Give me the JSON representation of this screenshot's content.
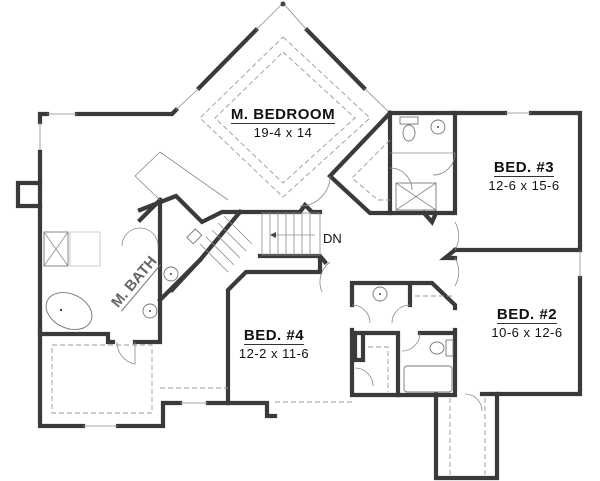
{
  "plan": {
    "rooms": [
      {
        "name": "M. BEDROOM",
        "dims": "19-4 x 14"
      },
      {
        "name": "BED. #3",
        "dims": "12-6 x 15-6"
      },
      {
        "name": "BED. #2",
        "dims": "10-6 x 12-6"
      },
      {
        "name": "BED. #4",
        "dims": "12-2 x 11-6"
      }
    ],
    "master_bath": "M. BATH",
    "stair_label": "DN"
  },
  "colors": {
    "wall": "#3a3a3a",
    "fixture_line": "#8a8a8a",
    "background": "#ffffff"
  }
}
